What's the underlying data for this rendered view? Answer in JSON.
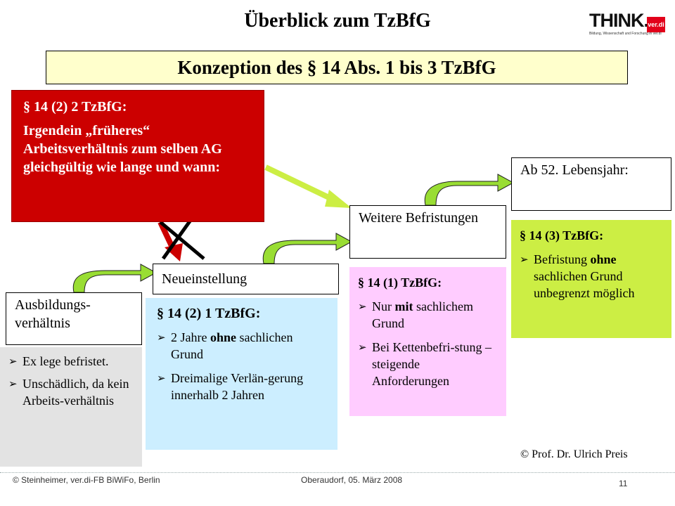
{
  "title": "Überblick zum TzBfG",
  "subtitle": "Konzeption des § 14 Abs. 1 bis 3 TzBfG",
  "logo": {
    "brand": "THINK.",
    "verdi": "ver.di",
    "tagline": "Bildung, Wissenschaft und Forschung in ver.di"
  },
  "red_box": {
    "heading": "§ 14 (2) 2 TzBfG:",
    "text": "Irgendein „früheres“ Arbeitsverhältnis zum selben AG gleichgültig wie lange und wann:"
  },
  "boxes": {
    "ausbildung": "Ausbildungs-verhältnis",
    "neueinstellung": "Neueinstellung",
    "weitere": "Weitere Befristungen",
    "ab52": "Ab 52. Lebensjahr:"
  },
  "grey_panel": {
    "items": [
      "Ex lege befristet.",
      "Unschädlich, da kein Arbeits-verhältnis"
    ]
  },
  "blue_panel": {
    "heading": "§ 14 (2) 1 TzBfG:",
    "item1": {
      "pre": "2 Jahre ",
      "bold": "ohne",
      "post": " sachlichen Grund"
    },
    "item2": "Dreimalige Verlän-gerung innerhalb 2 Jahren"
  },
  "pink_panel": {
    "heading": "§ 14 (1) TzBfG:",
    "item1": {
      "pre": "Nur ",
      "bold": "mit",
      "post": " sachlichem Grund"
    },
    "item2": "Bei Kettenbefri-stung – steigende Anforderungen"
  },
  "green_panel": {
    "heading": "§ 14 (3) TzBfG:",
    "item1": {
      "pre": "Befristung ",
      "bold": "ohne",
      "post": " sachlichen Grund unbegrenzt möglich"
    }
  },
  "bullet_glyph": "➢",
  "copyright": "© Prof. Dr. Ulrich Preis",
  "footer": {
    "left": "© Steinheimer, ver.di-FB BiWiFo, Berlin",
    "middle": "Oberaudorf, 05. März 2008",
    "page": "11"
  },
  "colors": {
    "red_box": "#cc0000",
    "subtitle_bar": "#ffffcc",
    "blue_panel": "#cceeff",
    "pink_panel": "#ffccff",
    "green_panel": "#ccee44",
    "grey_panel": "#e3e3e3",
    "arrow_green": "#99dd33",
    "arrow_lime": "#ccee44",
    "arrow_red": "#cc0000"
  }
}
